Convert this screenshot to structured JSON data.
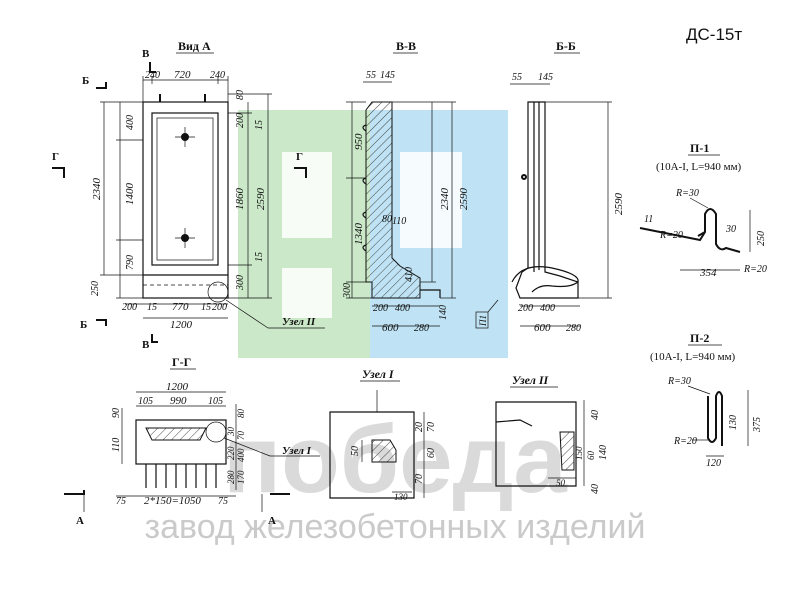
{
  "product_code": "ДС-15т",
  "watermark": {
    "word": "победа",
    "subtitle": "завод железобетонных изделий",
    "colors": {
      "green": "#b9e2b5",
      "blue": "#a9daf0",
      "gray": "#c9c9c9"
    }
  },
  "sections": {
    "view_a": "Вид А",
    "v_v": "В-В",
    "b_b": "Б-Б",
    "g_g": "Г-Г",
    "p1": "П-1",
    "p1_spec": "(10A-I, L=940 мм)",
    "p2": "П-2",
    "p2_spec": "(10A-I, L=940 мм)",
    "uzel1": "Узел I",
    "uzel2": "Узел II"
  },
  "cut_marks": {
    "b": "Б",
    "v": "В",
    "g": "Г",
    "a": "А"
  },
  "labels": {
    "uzel2_callout": "Узел II",
    "uzel1_callout": "Узел I",
    "p1_mark": "П1"
  },
  "dims": {
    "va_top": [
      "240",
      "720",
      "240"
    ],
    "va_left": [
      "400",
      "1400",
      "790",
      "250"
    ],
    "va_total_left": "2340",
    "va_right": [
      "200",
      "15",
      "1860",
      "15",
      "300"
    ],
    "va_right_80": "80",
    "va_total_right": "2590",
    "va_bottom": [
      "200",
      "15",
      "770",
      "15",
      "200"
    ],
    "va_width": "1200",
    "vv_top": [
      "55",
      "145"
    ],
    "vv_left": [
      "950",
      "1340",
      "300"
    ],
    "vv_mid": [
      "80",
      "110",
      "410"
    ],
    "vv_right": [
      "2340",
      "2590",
      "140"
    ],
    "vv_bottom": [
      "200",
      "400",
      "600",
      "280"
    ],
    "bb_top": [
      "55",
      "145"
    ],
    "bb_right": "2590",
    "bb_bottom": [
      "200",
      "400",
      "600",
      "280"
    ],
    "p1_dims": [
      "R=30",
      "R=20",
      "30",
      "250",
      "354",
      "R=20",
      "11"
    ],
    "p2_dims": [
      "R=30",
      "R=20",
      "130",
      "375",
      "120"
    ],
    "gg_top": [
      "1200",
      "105",
      "990",
      "105"
    ],
    "gg_left": [
      "90",
      "110",
      "75"
    ],
    "gg_right": [
      "80",
      "30",
      "70",
      "220",
      "400",
      "280",
      "170"
    ],
    "gg_bottom": "2*150=1050",
    "gg_bottom_end": "75",
    "u1_dims": [
      "50",
      "70",
      "60",
      "70",
      "20",
      "130"
    ],
    "u2_dims": [
      "40",
      "150",
      "60",
      "140",
      "50",
      "40"
    ]
  }
}
